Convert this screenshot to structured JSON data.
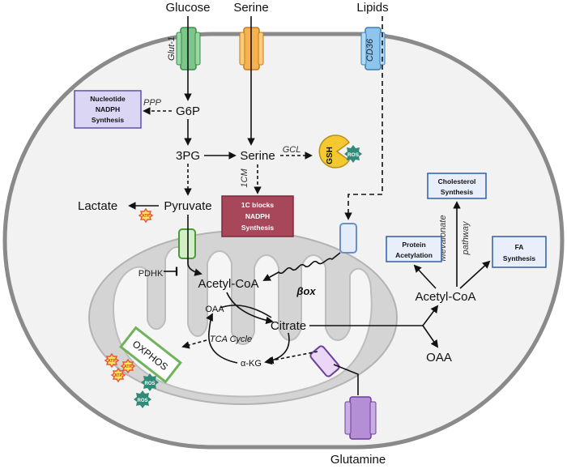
{
  "colors": {
    "cell_fill": "#f2f2f2",
    "cell_border": "#8a8a8a",
    "mito_fill": "#d4d4d4",
    "mito_inner": "#f5f5f5",
    "glut_green": "#7cc68a",
    "serine_orange": "#f7b24f",
    "cd36_blue": "#8ec5ec",
    "glutamine_purple": "#b48fd6",
    "carrier_green": "#d3efc6",
    "carrier_purple": "#ead7f5",
    "carrier_blue": "#e3ecf8",
    "purple_box_fill": "#dcd6f5",
    "purple_box_border": "#5f4fa8",
    "maroon_box": "#a8465a",
    "blue_box_fill": "#e8effb",
    "blue_box_border": "#2f5fa5",
    "gsh_yellow": "#f4c830",
    "ros_teal": "#2f8a78",
    "atp_red": "#e8593a",
    "atp_yellow": "#fbe65a",
    "oxphos_green": "#b9e0a5"
  },
  "inputs": {
    "glucose": "Glucose",
    "serine": "Serine",
    "lipids": "Lipids",
    "glutamine": "Glutamine"
  },
  "transporters": {
    "glut1": "Glut-1",
    "cd36": "CD36"
  },
  "metabolites": {
    "g6p": "G6P",
    "three_pg": "3PG",
    "serine": "Serine",
    "pyruvate": "Pyruvate",
    "lactate": "Lactate",
    "acetyl_coa_mito": "Acetyl-CoA",
    "citrate": "Citrate",
    "oaa_mito": "OAA",
    "akg": "α-KG",
    "acetyl_coa_cyto": "Acetyl-CoA",
    "oaa_cyto": "OAA"
  },
  "enzymes": {
    "ppp": "PPP",
    "gcl": "GCL",
    "one_cm": "1CM",
    "pdhk": "PDHK",
    "box": "βox",
    "tca": "TCA Cycle",
    "mevalonate_line1": "Mevalonate",
    "mevalonate_line2": "pathway"
  },
  "boxes": {
    "nucleotide": [
      "Nucleotide",
      "NADPH",
      "Synthesis"
    ],
    "one_c": [
      "1C blocks",
      "NADPH",
      "Synthesis"
    ],
    "cholesterol": [
      "Cholesterol",
      "Synthesis"
    ],
    "protein": [
      "Protein",
      "Acetylation"
    ],
    "fa": [
      "FA",
      "Synthesis"
    ],
    "oxphos": "OXPHOS"
  },
  "badges": {
    "gsh": "GSH",
    "ros": "ROS",
    "atp": "ATP"
  }
}
